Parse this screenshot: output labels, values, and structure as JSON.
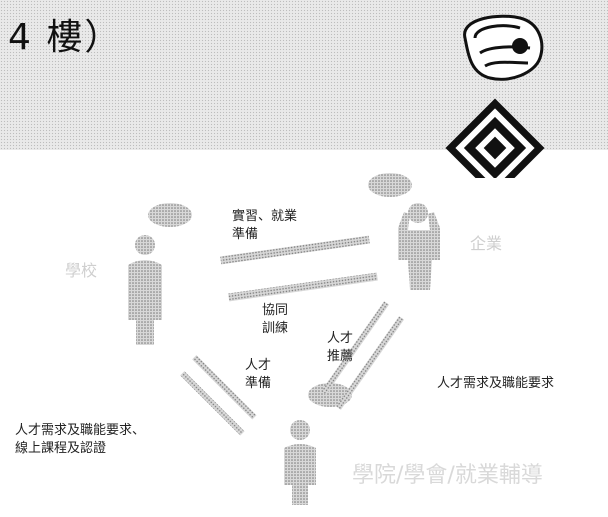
{
  "header": {
    "title": "4 樓）"
  },
  "nodes": {
    "student": {
      "label": "學校"
    },
    "company": {
      "label": "企業"
    },
    "school": {
      "label": "學院/學會/就業輔導"
    }
  },
  "edges": {
    "top_left": "實習、就業\n準備",
    "top_right": "協同\n訓練",
    "mid_left": "人才\n準備",
    "mid_right": "人才\n推薦",
    "right_text": "人才需求及職能要求",
    "bottom_left": "人才需求及職能要求、\n線上課程及認證"
  },
  "icons": {
    "logo": "logo-stamp-icon",
    "person": "person-icon",
    "speech": "speech-bubble-icon"
  }
}
